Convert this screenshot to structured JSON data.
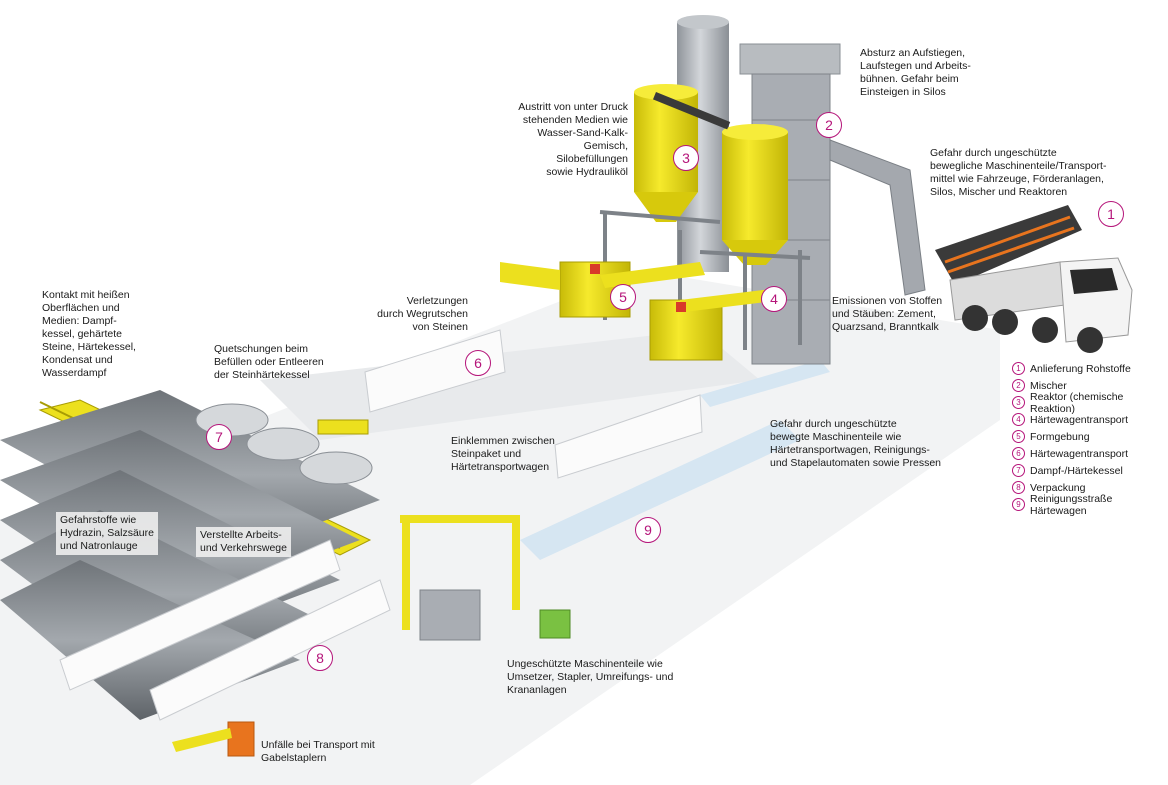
{
  "colors": {
    "accent": "#b5157a",
    "machine_yellow": "#f0e21a",
    "steel_grey": "#a9adb3",
    "floor": "#f2f3f4",
    "cab_white": "#f4f4f4",
    "dark_charcoal": "#3a3a3a",
    "dump_orange": "#e8741e"
  },
  "annotations": {
    "a1": "Absturz an Aufstiegen,\nLaufstegen und Arbeits-\nbühnen. Gefahr beim\nEinsteigen in Silos",
    "a2": "Austritt von unter Druck\nstehenden Medien wie\nWasser-Sand-Kalk-Gemisch,\nSilobefüllungen\nsowie Hydrauliköl",
    "a3": "Gefahr durch ungeschützte\nbewegliche Maschinenteile/Transport-\nmittel wie Fahrzeuge, Förderanlagen,\nSilos, Mischer und Reaktoren",
    "a4": "Emissionen von Stoffen\nund Stäuben: Zement,\nQuarzsand, Branntkalk",
    "a5": "Verletzungen\ndurch Wegrutschen\nvon Steinen",
    "a6": "Kontakt mit heißen\nOberflächen und\nMedien: Dampf-\nkessel, gehärtete\nSteine, Härtekessel,\nKondensat und\nWasserdampf",
    "a7": "Quetschungen beim\nBefüllen oder Entleeren\nder Steinhärtekessel",
    "a8": "Einklemmen zwischen\nSteinpaket und\nHärtetransportwagen",
    "a9": "Gefahr durch ungeschützte\nbewegte Maschinenteile wie\nHärtetransportwagen, Reinigungs-\nund Stapelautomaten sowie Pressen",
    "a10": "Gefahrstoffe wie\nHydrazin, Salzsäure\nund Natronlauge",
    "a11": "Verstellte Arbeits-\nund Verkehrswege",
    "a12": "Ungeschützte Maschinenteile wie\nUmsetzer, Stapler, Umreifungs- und\nKrananlagen",
    "a13": "Unfälle bei Transport mit\nGabelstaplern"
  },
  "markers": [
    "1",
    "2",
    "3",
    "4",
    "5",
    "6",
    "7",
    "8",
    "9"
  ],
  "legend": [
    {
      "num": "1",
      "label": "Anlieferung Rohstoffe"
    },
    {
      "num": "2",
      "label": "Mischer"
    },
    {
      "num": "3",
      "label": "Reaktor (chemische Reaktion)"
    },
    {
      "num": "4",
      "label": "Härtewagentransport"
    },
    {
      "num": "5",
      "label": "Formgebung"
    },
    {
      "num": "6",
      "label": "Härtewagentransport"
    },
    {
      "num": "7",
      "label": "Dampf-/Härtekessel"
    },
    {
      "num": "8",
      "label": "Verpackung"
    },
    {
      "num": "9",
      "label": "Reinigungsstraße Härtewagen"
    }
  ]
}
